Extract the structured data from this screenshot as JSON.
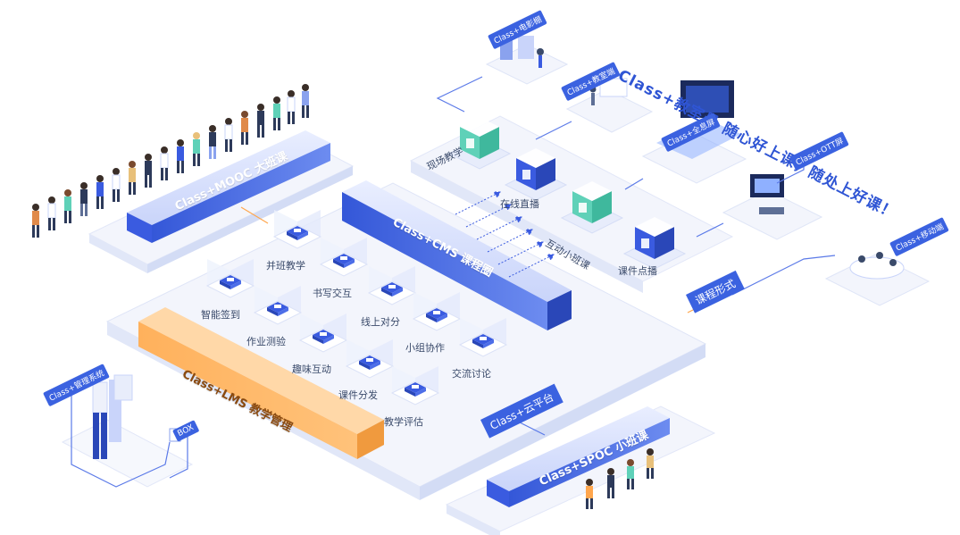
{
  "slogan": "Class+教室号 随心好上课，随处上好课！",
  "bars": {
    "mooc": "Class+MOOC 大班课",
    "cms": "Class+CMS 课程圈",
    "lms": "Class+LMS 教学管理",
    "spoc": "Class+SPOC 小班课"
  },
  "platform_tag": "Class+云平台",
  "course_form_tag": "课程形式",
  "modules": [
    {
      "label": "并班教学"
    },
    {
      "label": "书写交互"
    },
    {
      "label": "线上对分"
    },
    {
      "label": "小组协作"
    },
    {
      "label": "交流讨论"
    },
    {
      "label": "智能签到"
    },
    {
      "label": "作业测验"
    },
    {
      "label": "趣味互动"
    },
    {
      "label": "课件分发"
    },
    {
      "label": "教学评估"
    }
  ],
  "course_forms": [
    {
      "label": "现场教学"
    },
    {
      "label": "在线直播"
    },
    {
      "label": "互动小班课"
    },
    {
      "label": "课件点播"
    }
  ],
  "scene_tags": {
    "studio": "Class+电影棚",
    "classroom": "Class+教室端",
    "holo": "Class+全息屏",
    "ott": "Class+OTT屏",
    "mobile": "Class+移动端",
    "admin": "Class+管理系统",
    "box": "BOX"
  },
  "colors": {
    "blue": "#3b62e0",
    "blue_dark": "#2a47b8",
    "orange": "#ffa64d",
    "platform": "#eef1fb",
    "teal": "#5fd1b8"
  }
}
